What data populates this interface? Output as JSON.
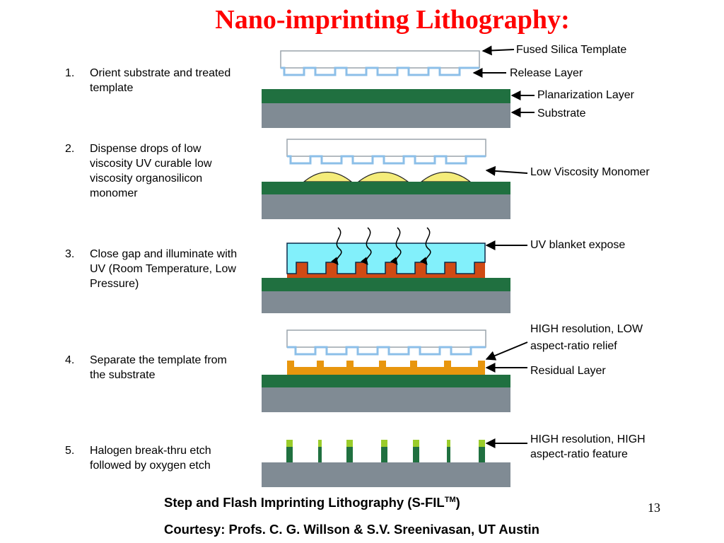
{
  "title": "Nano-imprinting Lithography:",
  "steps": [
    {
      "num": "1.",
      "text": "Orient substrate and treated template"
    },
    {
      "num": "2.",
      "text": "Dispense drops of low viscosity UV curable low viscosity organosilicon monomer"
    },
    {
      "num": "3.",
      "text": "Close gap and illuminate with UV (Room Temperature, Low Pressure)"
    },
    {
      "num": "4.",
      "text": "Separate the template from the substrate"
    },
    {
      "num": "5.",
      "text": "Halogen break-thru etch followed by oxygen etch"
    }
  ],
  "labels": {
    "fused_silica": "Fused Silica Template",
    "release_layer": "Release Layer",
    "planarization": "Planarization Layer",
    "substrate": "Substrate",
    "monomer": "Low Viscosity Monomer",
    "uv_expose": "UV blanket expose",
    "high_low": "HIGH resolution, LOW aspect-ratio relief",
    "residual": "Residual Layer",
    "high_high": "HIGH resolution, HIGH aspect-ratio feature"
  },
  "footer": {
    "line1_main": "Step and Flash Imprinting Lithography (S-FIL",
    "line1_sup": "TM",
    "line1_end": ")",
    "line2": "Courtesy: Profs. C. G. Willson & S.V. Sreenivasan, UT Austin"
  },
  "page_number": "13",
  "colors": {
    "title": "#ff0000",
    "substrate": "#808b94",
    "planarization": "#207040",
    "release": "#8cbfe8",
    "monomer": "#f4ec7a",
    "uv_template": "#82f0fb",
    "cured_resist": "#d04a14",
    "residual": "#e8960e",
    "etched_top": "#9acc2a"
  },
  "icons": [
    "arrow-left-icon",
    "uv-wave-icon"
  ]
}
